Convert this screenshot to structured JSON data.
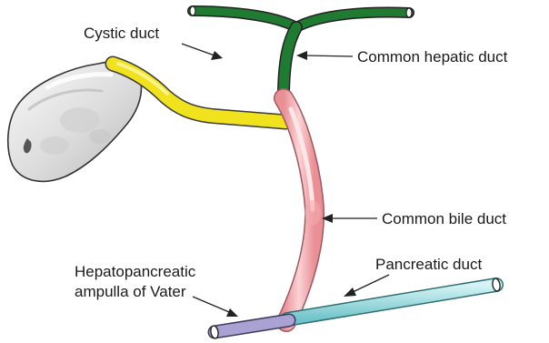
{
  "labels": {
    "cystic_duct": "Cystic duct",
    "common_hepatic_duct": "Common hepatic duct",
    "common_bile_duct": "Common bile duct",
    "pancreatic_duct": "Pancreatic duct",
    "ampulla_line1": "Hepatopancreatic",
    "ampulla_line2": "ampulla of Vater"
  },
  "colors": {
    "common_hepatic_duct": "#1f7a32",
    "cystic_duct": "#f0e21c",
    "common_bile_duct": "#f4b5b8",
    "pancreatic_duct": "#9fdde0",
    "ampulla": "#a9a2d2",
    "gallbladder": "#e2e2e2"
  }
}
